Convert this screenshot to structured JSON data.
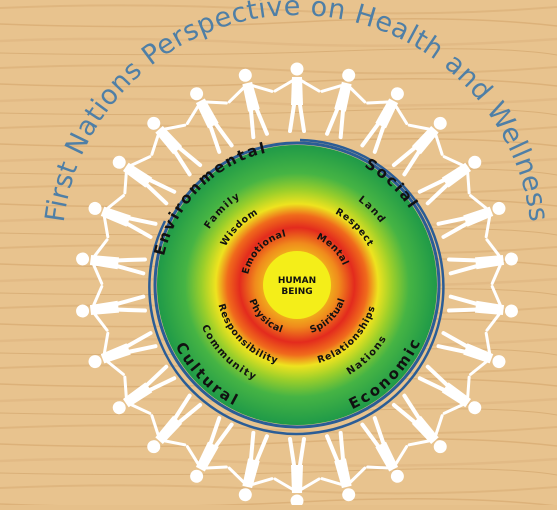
{
  "title": "First Nations Perspective on Health and Wellness",
  "center": {
    "line1": "HUMAN",
    "line2": "BEING"
  },
  "inner_ring": [
    "Emotional",
    "Mental",
    "Spiritual",
    "Physical"
  ],
  "middle_ring": [
    "Wisdom",
    "Respect",
    "Relationships",
    "Responsibility"
  ],
  "outer_ring": [
    "Family",
    "Land",
    "Nations",
    "Community"
  ],
  "quadrants": [
    "Environmental",
    "Social",
    "Economic",
    "Cultural"
  ],
  "colors": {
    "background": "#e6c08a",
    "title": "#4f7fa6",
    "circle_border": "#2b5d96",
    "figures": "#ffffff",
    "ring_outer": "#1e9e48",
    "ring_green": "#3fb045",
    "ring_yellow": "#e9e221",
    "ring_orange": "#f0751d",
    "ring_red": "#e02a1d",
    "center": "#f4ee19",
    "label": "#111111"
  }
}
